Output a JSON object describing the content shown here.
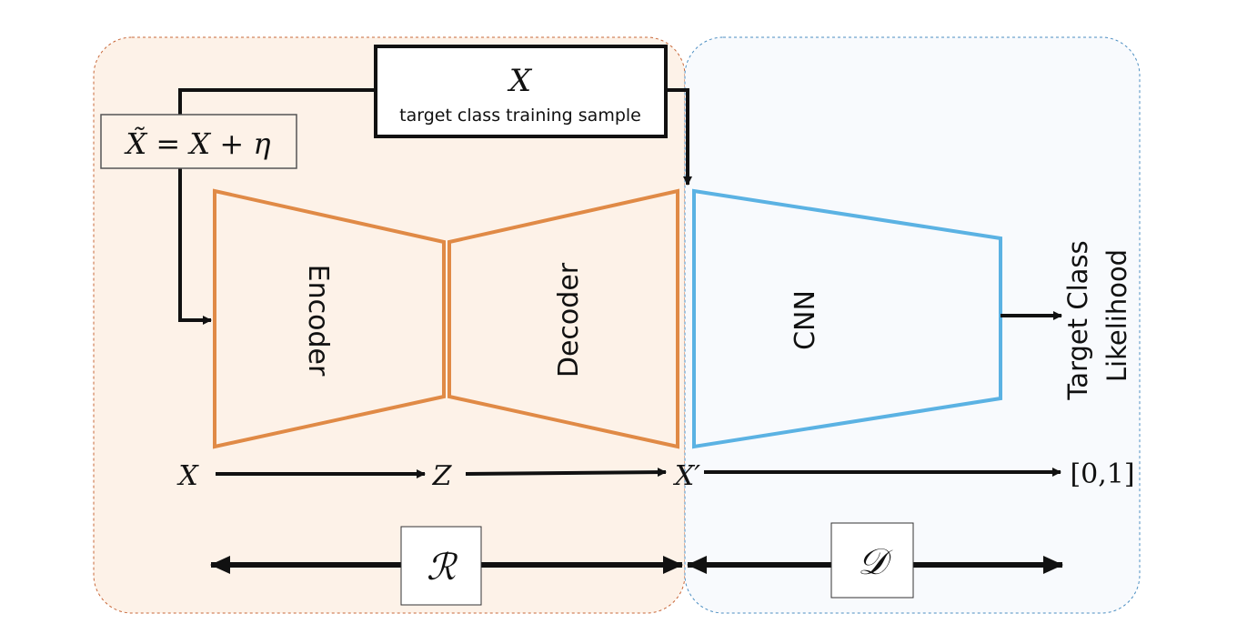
{
  "regions": {
    "r_region": {
      "fill": "#fdf2e8",
      "border": "#c8683a"
    },
    "d_region": {
      "fill": "#f8fafd",
      "border": "#4d8fc2"
    }
  },
  "input_box": {
    "symbol": "X",
    "caption": "target class training sample"
  },
  "noise_box": {
    "equation": "X̃ = X + η"
  },
  "encoder": {
    "label": "Encoder",
    "color": "#e08a46"
  },
  "decoder": {
    "label": "Decoder",
    "color": "#e08a46"
  },
  "cnn": {
    "label": "CNN",
    "color": "#5bb2e3"
  },
  "output_label": {
    "line1": "Target Class",
    "line2": "Likelihood"
  },
  "flow_row": {
    "x": "X",
    "z": "Z",
    "x_prime": "X′",
    "range": "[0,1]"
  },
  "bottom_row": {
    "r_symbol": "ℛ",
    "d_symbol": "𝒟"
  }
}
